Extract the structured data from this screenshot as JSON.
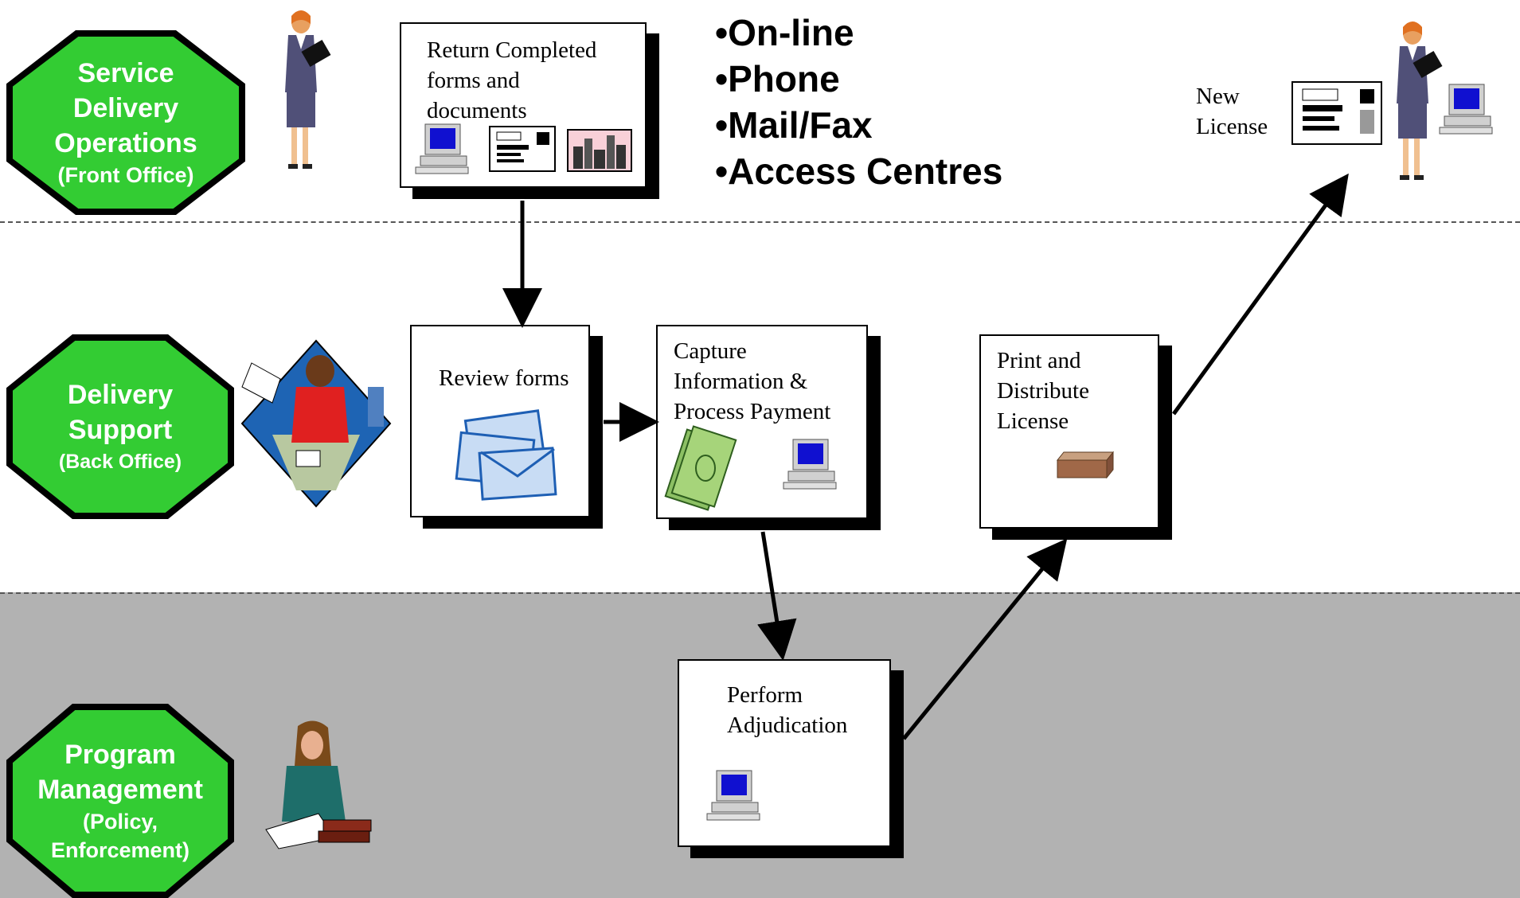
{
  "lanes": [
    {
      "title_lines": [
        "Service",
        "Delivery",
        "Operations"
      ],
      "subtitle": "(Front Office)"
    },
    {
      "title_lines": [
        "Delivery",
        "Support"
      ],
      "subtitle": "(Back Office)"
    },
    {
      "title_lines": [
        "Program",
        "Management"
      ],
      "subtitle_lines": [
        "(Policy,",
        "Enforcement)"
      ]
    }
  ],
  "steps": {
    "return_forms": "Return Completed\nforms and\ndocuments",
    "review_forms": "Review forms",
    "capture_info": "Capture\nInformation &\nProcess Payment",
    "print_distribute": "Print and\nDistribute\nLicense",
    "adjudication": "Perform\nAdjudication"
  },
  "channels": [
    "•On-line",
    "•Phone",
    "•Mail/Fax",
    "•Access Centres"
  ],
  "outcome": "New\nLicense",
  "colors": {
    "lane_green": "#33cc33",
    "bottom_band": "#b2b2b2",
    "arrow": "#000000"
  },
  "icons": [
    "businesswoman-icon",
    "computer-icon",
    "id-card-icon",
    "city-card-icon",
    "office-worker-icon",
    "envelopes-icon",
    "money-icon",
    "package-icon",
    "writer-icon"
  ]
}
